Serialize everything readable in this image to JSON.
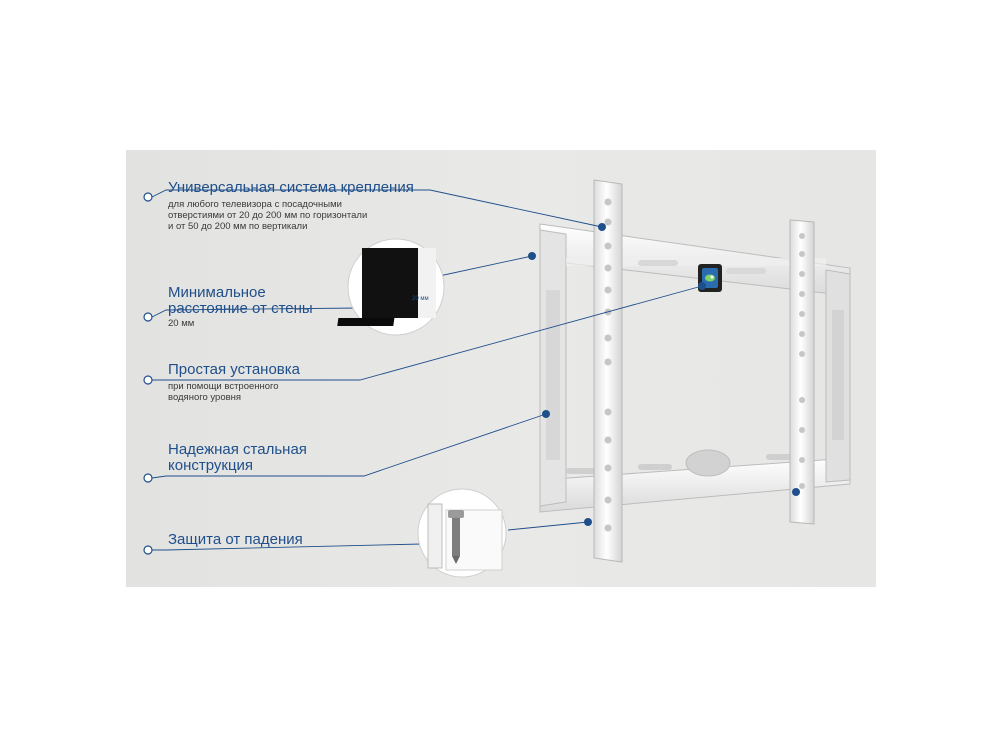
{
  "features": [
    {
      "title": "Универсальная система крепления",
      "subtitle": [
        "для любого телевизора с посадочными",
        "отверстиями от 20 до 200 мм по горизонтали",
        "и от 50 до 200 мм по вертикали"
      ]
    },
    {
      "title": [
        "Минимальное",
        "расстояние от стены"
      ],
      "subtitle": [
        "20 мм"
      ],
      "inset_label": "20 мм"
    },
    {
      "title": "Простая  установка",
      "subtitle": [
        "при помощи встроенного",
        "водяного уровня"
      ]
    },
    {
      "title": [
        "Надежная стальная",
        "конструкция"
      ],
      "subtitle": []
    },
    {
      "title": "Защита от падения",
      "subtitle": []
    }
  ],
  "colors": {
    "accent": "#1f4f8b",
    "panel_background": "#e6e6e4",
    "bracket": "#f8f8f8"
  }
}
